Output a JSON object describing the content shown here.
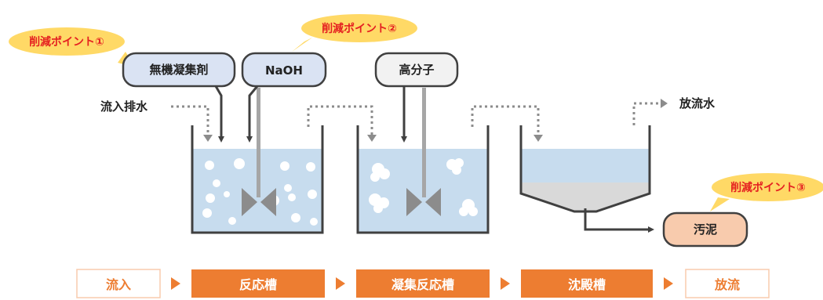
{
  "reduction_points": [
    {
      "label": "削減ポイント①"
    },
    {
      "label": "削減ポイント②"
    },
    {
      "label": "削減ポイント③"
    }
  ],
  "chemicals": {
    "inorganic_coagulant": "無機凝集剤",
    "naoh": "NaOH",
    "polymer": "高分子"
  },
  "flow": {
    "inflow_label": "流入排水",
    "outflow_label": "放流水",
    "sludge_label": "汚泥"
  },
  "process_steps": [
    {
      "label": "流入",
      "style": "light"
    },
    {
      "label": "反応槽",
      "style": "dark"
    },
    {
      "label": "凝集反応槽",
      "style": "dark"
    },
    {
      "label": "沈殿槽",
      "style": "dark"
    },
    {
      "label": "放流",
      "style": "light"
    }
  ],
  "colors": {
    "water": "#c7dcee",
    "accent_orange": "#ed7d31",
    "callout_yellow": "#ffd966",
    "point_text_red": "#e52121",
    "chemical_pill_blue": "#dae3f3",
    "polymer_pill_gray": "#f2f2f2",
    "sludge_pill_peach": "#f8cbad",
    "tank_outline": "#404040",
    "dotted_arrow": "#8c8c8c"
  }
}
